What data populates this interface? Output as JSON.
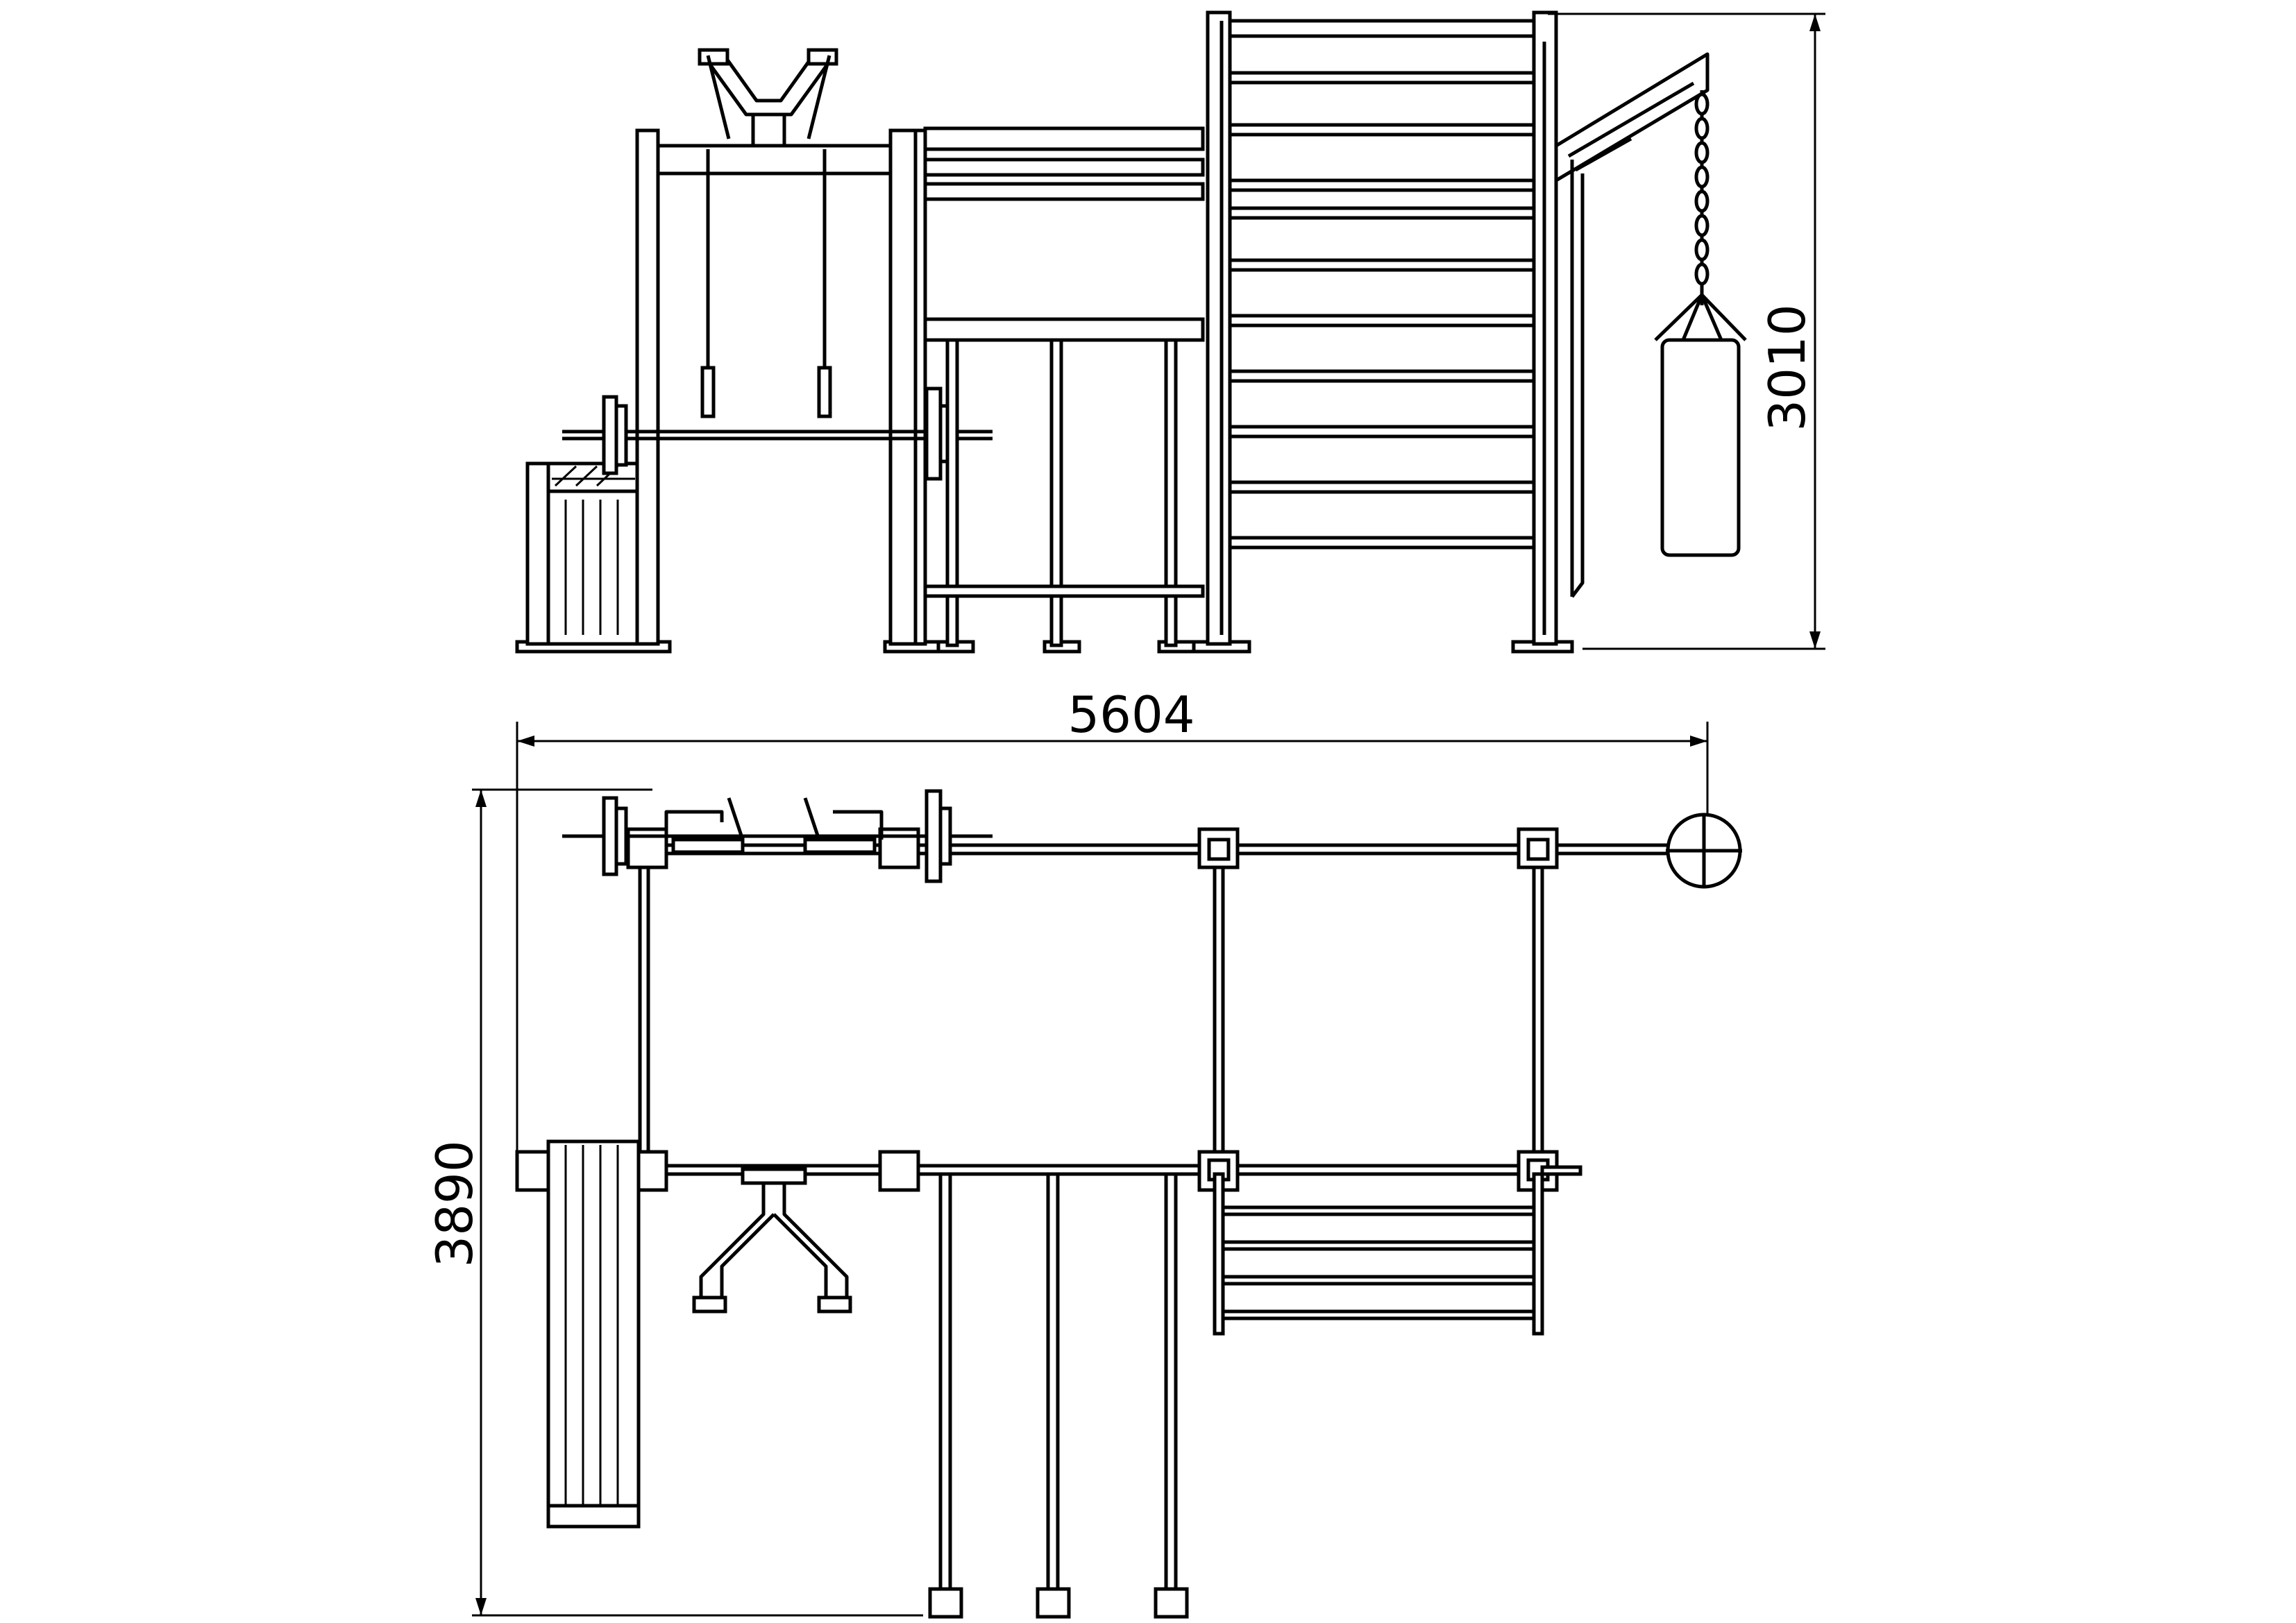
{
  "dimensions": {
    "height": "3010",
    "width": "5604",
    "depth": "3890"
  },
  "colors": {
    "line": "#000000",
    "background": "#ffffff"
  }
}
